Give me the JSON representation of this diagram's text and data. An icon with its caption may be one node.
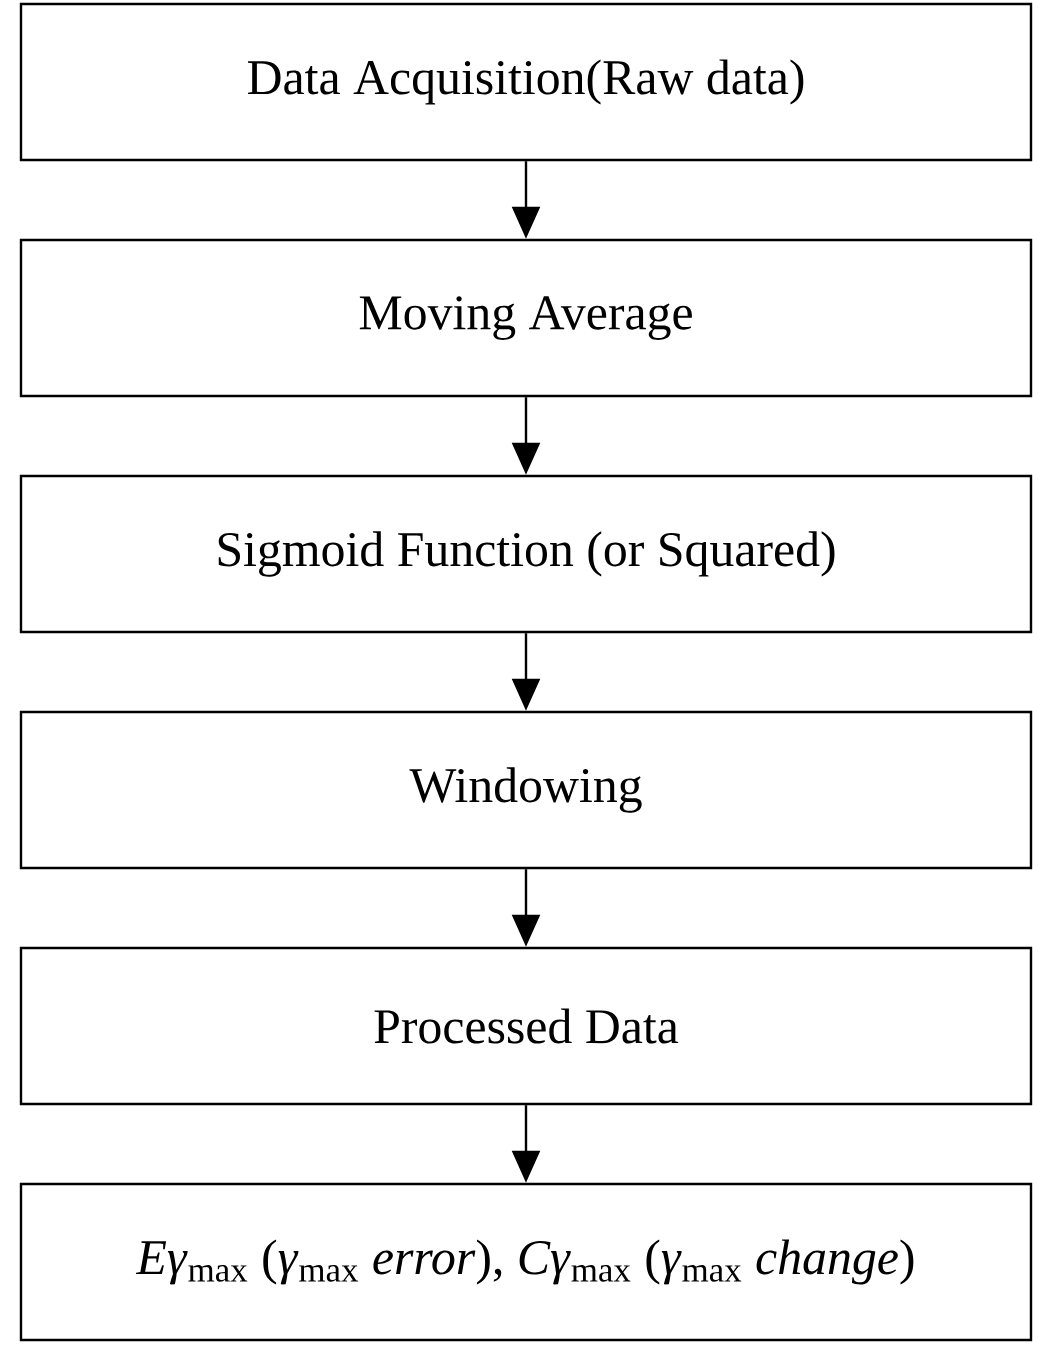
{
  "diagram": {
    "nodes": [
      {
        "text": [
          "Data Acquisition(Raw data)"
        ]
      },
      {
        "text": [
          "Moving Average"
        ]
      },
      {
        "text": [
          "Sigmoid Function (or Squared)"
        ]
      },
      {
        "text": [
          "Windowing"
        ]
      },
      {
        "text": [
          "Processed Data"
        ]
      },
      {
        "text": [
          "*Eγ*$_{max}$ (*γ*$_{max}$ *error*), *Cγ*$_{max}$ (*γ*$_{max}$ *change*)"
        ]
      }
    ],
    "edges": [
      {
        "from": 0,
        "to": 1,
        "arrow": "to"
      },
      {
        "from": 1,
        "to": 2,
        "arrow": "to"
      },
      {
        "from": 2,
        "to": 3,
        "arrow": "to"
      },
      {
        "from": 3,
        "to": 4,
        "arrow": "to"
      },
      {
        "from": 4,
        "to": 5,
        "arrow": "to"
      }
    ]
  }
}
